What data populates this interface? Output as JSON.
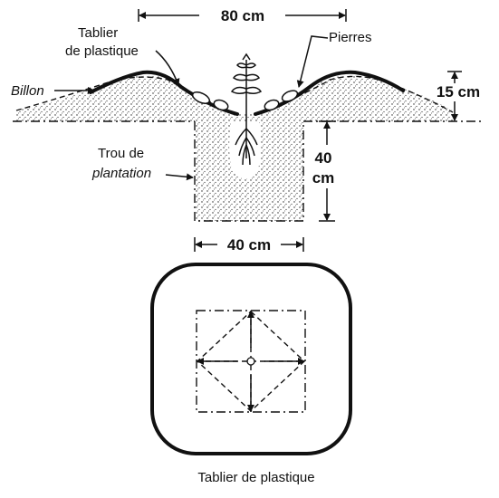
{
  "labels": {
    "top_width": "80 cm",
    "plastic_apron": "Tablier de plastique",
    "plastic_apron_line1": "Tablier",
    "plastic_apron_line2": "de plastique",
    "stones": "Pierres",
    "ridge": "Billon",
    "ridge_height": "15 cm",
    "hole_line1": "Trou de",
    "hole_line2": "plantation",
    "hole_depth_line1": "40",
    "hole_depth_line2": "cm",
    "hole_width": "40 cm",
    "bottom_caption": "Tablier de plastique"
  }
}
